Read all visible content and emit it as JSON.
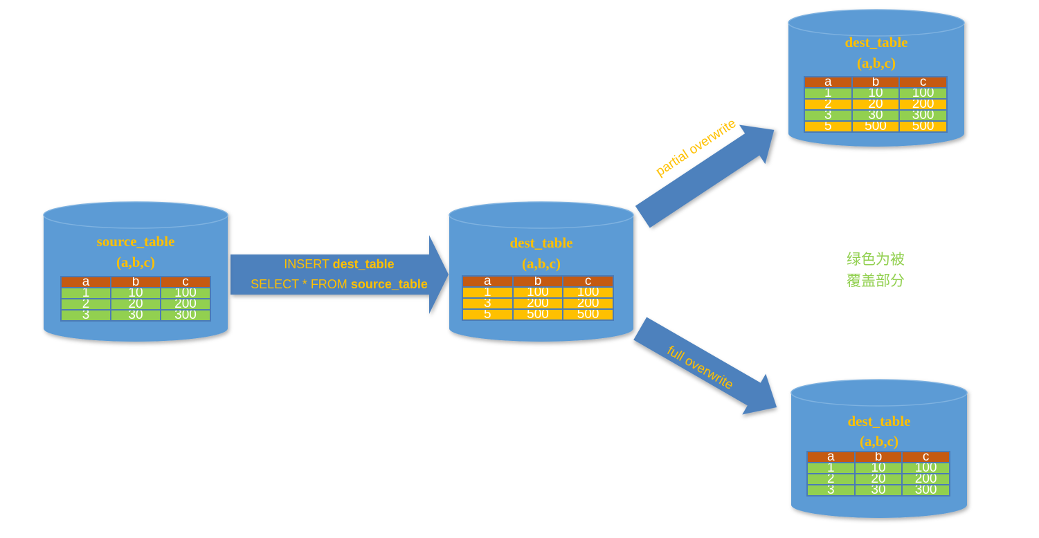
{
  "arrows": {
    "insert": {
      "line1_keyword": "INSERT",
      "line1_table": "dest_table",
      "line2_keyword": "SELECT * FROM",
      "line2_table": "source_table"
    },
    "partial": {
      "label": "partial overwrite"
    },
    "full": {
      "label": "full overwrite"
    }
  },
  "note": {
    "line1": "绿色为被",
    "line2": "覆盖部分"
  },
  "colors": {
    "cylinder": "#5B9BD5",
    "arrow": "#4E81BD",
    "title_text": "#FFC000",
    "header": "#C55A11",
    "green_row": "#92D050",
    "yellow_row": "#FFC000",
    "note_text": "#92D050"
  },
  "databases": {
    "source": {
      "name": "source_table",
      "columns_label": "(a,b,c)",
      "headers": [
        "a",
        "b",
        "c"
      ],
      "rows": [
        {
          "color": "green",
          "cells": [
            "1",
            "10",
            "100"
          ]
        },
        {
          "color": "green",
          "cells": [
            "2",
            "20",
            "200"
          ]
        },
        {
          "color": "green",
          "cells": [
            "3",
            "30",
            "300"
          ]
        }
      ]
    },
    "dest_initial": {
      "name": "dest_table",
      "columns_label": "(a,b,c)",
      "headers": [
        "a",
        "b",
        "c"
      ],
      "rows": [
        {
          "color": "yellow",
          "cells": [
            "1",
            "100",
            "100"
          ]
        },
        {
          "color": "yellow",
          "cells": [
            "3",
            "200",
            "200"
          ]
        },
        {
          "color": "yellow",
          "cells": [
            "5",
            "500",
            "500"
          ]
        }
      ]
    },
    "dest_partial": {
      "name": "dest_table",
      "columns_label": "(a,b,c)",
      "headers": [
        "a",
        "b",
        "c"
      ],
      "rows": [
        {
          "color": "green",
          "cells": [
            "1",
            "10",
            "100"
          ]
        },
        {
          "color": "yellow",
          "cells": [
            "2",
            "20",
            "200"
          ]
        },
        {
          "color": "green",
          "cells": [
            "3",
            "30",
            "300"
          ]
        },
        {
          "color": "yellow",
          "cells": [
            "5",
            "500",
            "500"
          ]
        }
      ]
    },
    "dest_full": {
      "name": "dest_table",
      "columns_label": "(a,b,c)",
      "headers": [
        "a",
        "b",
        "c"
      ],
      "rows": [
        {
          "color": "green",
          "cells": [
            "1",
            "10",
            "100"
          ]
        },
        {
          "color": "green",
          "cells": [
            "2",
            "20",
            "200"
          ]
        },
        {
          "color": "green",
          "cells": [
            "3",
            "30",
            "300"
          ]
        }
      ]
    }
  }
}
